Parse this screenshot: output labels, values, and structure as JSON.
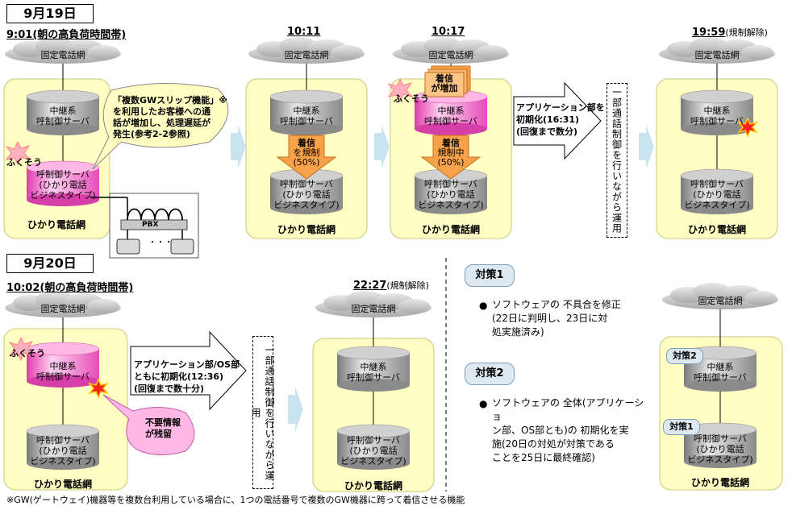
{
  "dates": {
    "d1": "9月19日",
    "d2": "9月20日"
  },
  "times": {
    "t1": "9:01(朝の高負荷時間帯)",
    "t2": "10:11",
    "t3": "10:17",
    "t4": "19:59",
    "t4_note": "(規制解除)",
    "t5": "10:02(朝の高負荷時間帯)",
    "t6": "22:27",
    "t6_note": "(規制解除)"
  },
  "labels": {
    "cloud": "固定電話網",
    "relay_line1": "中継系",
    "relay_line2": "呼制御サーバ",
    "call_line1": "呼制御サーバ",
    "call_line2": "(ひかり電話",
    "call_line3": "ビジネスタイプ)",
    "network": "ひかり電話網",
    "fukusou": "ふくそう",
    "pbx": "PBX",
    "dots": "・・・"
  },
  "callout1": {
    "l1": "「複数GWスリップ機能」※",
    "l2": "を利用したお客様への通",
    "l3": "話が増加し、処理遅延が",
    "l4": "発生(参考2-2参照)"
  },
  "callout2": {
    "l1": "不要情報",
    "l2": "が残留"
  },
  "orange": {
    "a1_l1": "着信",
    "a1_l2": "を規制",
    "a1_l3": "(50%)",
    "a2_l1": "着信",
    "a2_l2": "規制中",
    "a2_l3": "(50%)",
    "incoming_l1": "着信",
    "incoming_l2": "が増加"
  },
  "arrow_texts": {
    "app1_l1": "アプリケーション部を",
    "app1_l2": "初期化(16:31)",
    "app1_l3": "(回復まで数分)",
    "app2_l1": "アプリケーション部/OS部",
    "app2_l2": "ともに初期化(12:36)",
    "app2_l3": "(回復まで数十分)"
  },
  "vertical": {
    "v1": "一部通話制御を行いながら運用",
    "v2": "一部通話制御を行いながら運用"
  },
  "measures": {
    "m1_title": "対策1",
    "m1_l1": "ソフトウェアの 不具合を修正",
    "m1_l2": "(22日に判明し、23日に対",
    "m1_l3": "処実施済み)",
    "m2_title": "対策2",
    "m2_l1": "ソフトウェアの 全体(アプリケーショ",
    "m2_l2": "ン部、OS部とも)の 初期化を実",
    "m2_l3": "施(20日の対処が対策である",
    "m2_l4": "ことを25日に最終確認)",
    "bullet": "●"
  },
  "tags": {
    "tag2": "対策2",
    "tag1": "対策1"
  },
  "footnote": "※GW(ゲートウェイ)機器等を複数台利用している場合に、1つの電話番号で複数のGW機器に跨って着信させる機能",
  "colors": {
    "panel": "#ffffc4",
    "pink": "#ff66cc",
    "orange": "#f7a24a",
    "gray": "#a6a6a6",
    "arrow_light": "#c9e4ee"
  }
}
